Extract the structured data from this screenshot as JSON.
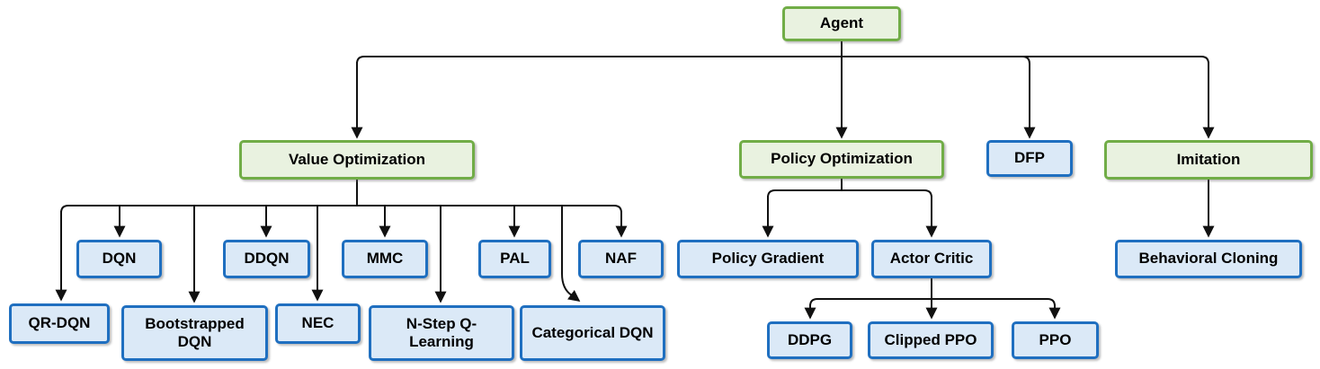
{
  "diagram": {
    "kind": "hierarchy",
    "root": "Agent",
    "colors": {
      "category_fill": "#e9f2e0",
      "category_border": "#71ad47",
      "algorithm_fill": "#dbe9f7",
      "algorithm_border": "#1f6fc0",
      "connector": "#111111"
    },
    "nodes": {
      "agent": {
        "label": "Agent",
        "type": "category"
      },
      "value_optimization": {
        "label": "Value Optimization",
        "type": "category"
      },
      "policy_optimization": {
        "label": "Policy Optimization",
        "type": "category"
      },
      "dfp": {
        "label": "DFP",
        "type": "algorithm"
      },
      "imitation": {
        "label": "Imitation",
        "type": "category"
      },
      "dqn": {
        "label": "DQN",
        "type": "algorithm"
      },
      "ddqn": {
        "label": "DDQN",
        "type": "algorithm"
      },
      "mmc": {
        "label": "MMC",
        "type": "algorithm"
      },
      "pal": {
        "label": "PAL",
        "type": "algorithm"
      },
      "naf": {
        "label": "NAF",
        "type": "algorithm"
      },
      "qr_dqn": {
        "label": "QR-DQN",
        "type": "algorithm"
      },
      "bootstrapped_dqn": {
        "label": "Bootstrapped DQN",
        "type": "algorithm"
      },
      "nec": {
        "label": "NEC",
        "type": "algorithm"
      },
      "n_step_q_learning": {
        "label": "N-Step Q-Learning",
        "type": "algorithm"
      },
      "categorical_dqn": {
        "label": "Categorical DQN",
        "type": "algorithm"
      },
      "policy_gradient": {
        "label": "Policy Gradient",
        "type": "algorithm"
      },
      "actor_critic": {
        "label": "Actor Critic",
        "type": "algorithm"
      },
      "behavioral_cloning": {
        "label": "Behavioral Cloning",
        "type": "algorithm"
      },
      "ddpg": {
        "label": "DDPG",
        "type": "algorithm"
      },
      "clipped_ppo": {
        "label": "Clipped PPO",
        "type": "algorithm"
      },
      "ppo": {
        "label": "PPO",
        "type": "algorithm"
      }
    },
    "edges": [
      {
        "from": "Agent",
        "to": "Value Optimization"
      },
      {
        "from": "Agent",
        "to": "Policy Optimization"
      },
      {
        "from": "Agent",
        "to": "DFP"
      },
      {
        "from": "Agent",
        "to": "Imitation"
      },
      {
        "from": "Value Optimization",
        "to": "QR-DQN"
      },
      {
        "from": "Value Optimization",
        "to": "DQN"
      },
      {
        "from": "Value Optimization",
        "to": "Bootstrapped DQN"
      },
      {
        "from": "Value Optimization",
        "to": "DDQN"
      },
      {
        "from": "Value Optimization",
        "to": "NEC"
      },
      {
        "from": "Value Optimization",
        "to": "MMC"
      },
      {
        "from": "Value Optimization",
        "to": "N-Step Q-Learning"
      },
      {
        "from": "Value Optimization",
        "to": "PAL"
      },
      {
        "from": "Value Optimization",
        "to": "Categorical DQN"
      },
      {
        "from": "Value Optimization",
        "to": "NAF"
      },
      {
        "from": "Policy Optimization",
        "to": "Policy Gradient"
      },
      {
        "from": "Policy Optimization",
        "to": "Actor Critic"
      },
      {
        "from": "Actor Critic",
        "to": "DDPG"
      },
      {
        "from": "Actor Critic",
        "to": "Clipped PPO"
      },
      {
        "from": "Actor Critic",
        "to": "PPO"
      },
      {
        "from": "Imitation",
        "to": "Behavioral Cloning"
      }
    ]
  }
}
